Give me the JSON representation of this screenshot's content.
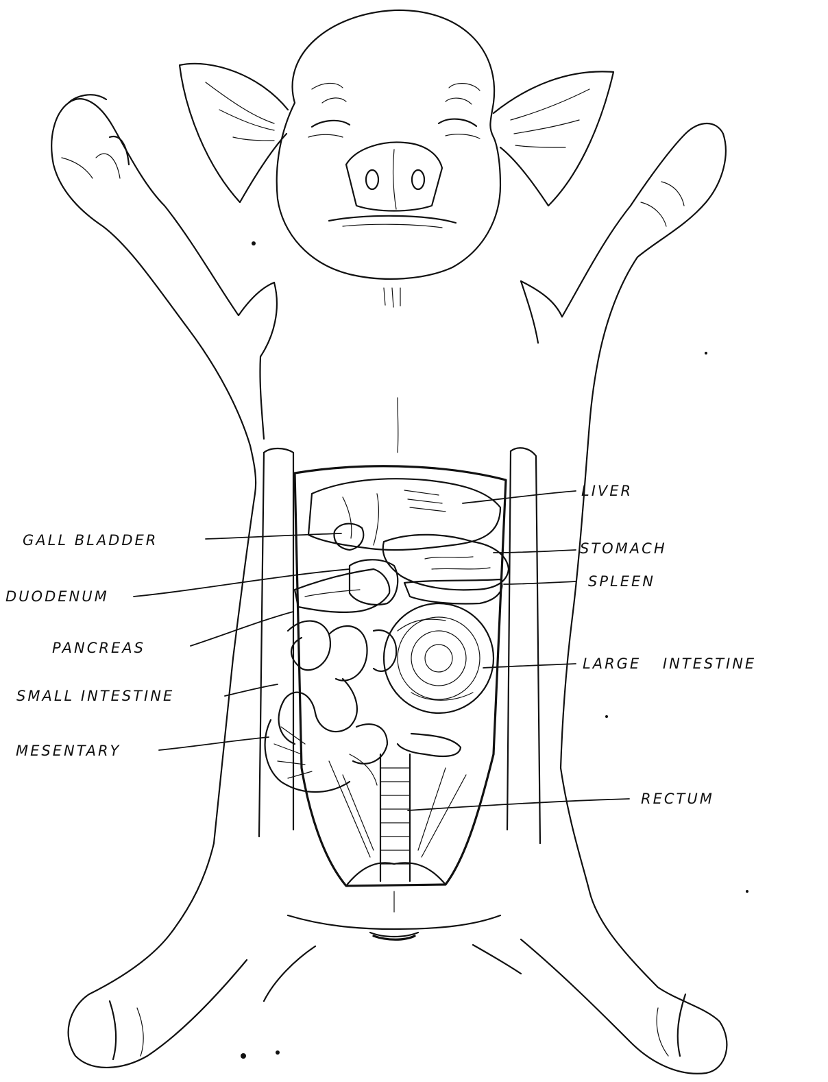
{
  "labels": {
    "liver": "LIVER",
    "gall_bladder": "GALL BLADDER",
    "stomach": "STOMACH",
    "duodenum": "DUODENUM",
    "spleen": "SPLEEN",
    "pancreas": "PANCREAS",
    "large_intestine": "LARGE INTESTINE",
    "small_intestine": "SMALL INTESTINE",
    "mesentary": "MESENTARY",
    "rectum": "RECTUM"
  },
  "colors": {
    "ink": "#111111",
    "paper": "#ffffff"
  }
}
